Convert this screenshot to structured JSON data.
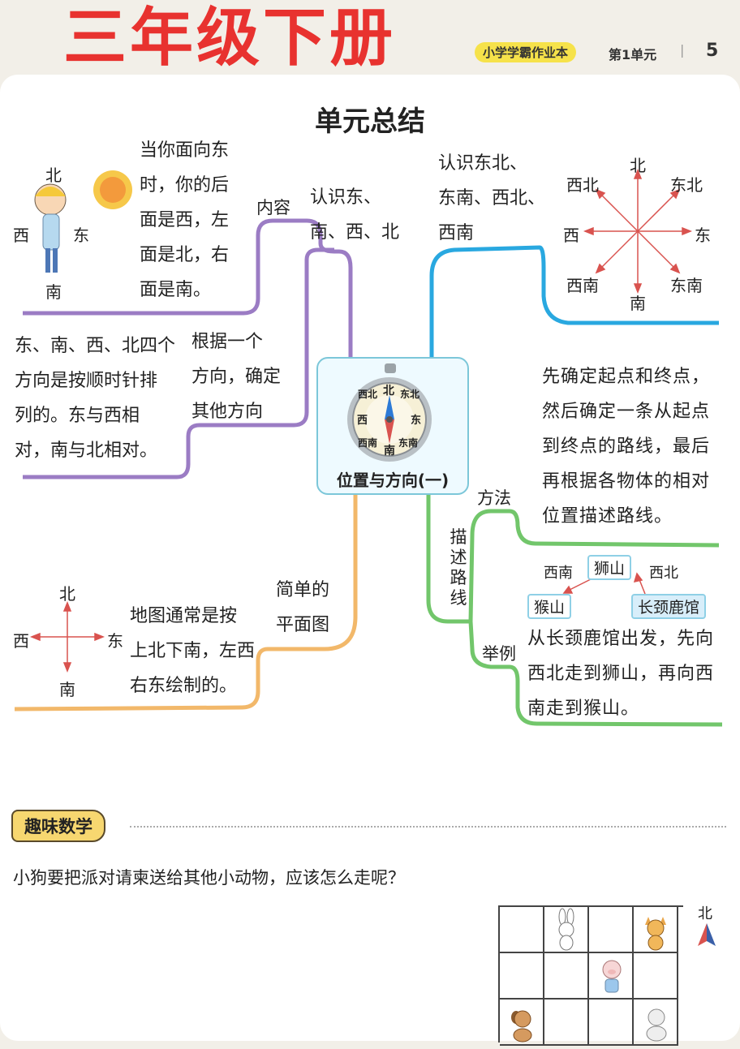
{
  "header": {
    "book_title": "三年级下册",
    "series_badge": "小学学霸作业本",
    "unit": "第1单元",
    "separator": "|",
    "page_number": "5"
  },
  "summary": {
    "title": "单元总结",
    "center_label": "位置与方向(一)",
    "compass_letters": {
      "n": "北",
      "ne": "东北",
      "e": "东",
      "se": "东南",
      "s": "南",
      "sw": "西南",
      "w": "西",
      "nw": "西北"
    }
  },
  "left_top": {
    "figure_dirs": {
      "n": "北",
      "w": "西",
      "e": "东",
      "s": "南"
    },
    "text": [
      "当你面向东",
      "时，你的后",
      "面是西，左",
      "面是北，右",
      "面是南。"
    ],
    "branch_label": "内容",
    "sub_label": [
      "认识东、",
      "南、西、北"
    ]
  },
  "left_mid": {
    "text": [
      "东、南、西、北四个",
      "方向是按顺时针排",
      "列的。东与西相",
      "对，南与北相对。"
    ],
    "sub_label": [
      "根据一个",
      "方向，确定",
      "其他方向"
    ]
  },
  "left_bottom": {
    "cross_dirs": {
      "n": "北",
      "w": "西",
      "e": "东",
      "s": "南"
    },
    "text": [
      "地图通常是按",
      "上北下南，左西",
      "右东绘制的。"
    ],
    "sub_label": [
      "简单的",
      "平面图"
    ]
  },
  "right_top": {
    "text": [
      "认识东北、",
      "东南、西北、",
      "西南"
    ],
    "compass_dirs": {
      "n": "北",
      "ne": "东北",
      "e": "东",
      "se": "东南",
      "s": "南",
      "sw": "西南",
      "w": "西",
      "nw": "西北"
    }
  },
  "right_bottom": {
    "branch_vertical": [
      "描",
      "述",
      "路",
      "线"
    ],
    "method_label": "方法",
    "method_text": [
      "先确定起点和终点，",
      "然后确定一条从起点",
      "到终点的路线，最后",
      "再根据各物体的相对",
      "位置描述路线。"
    ],
    "example_label": "举例",
    "example_places": {
      "lion": "狮山",
      "monkey": "猴山",
      "giraffe": "长颈鹿馆",
      "dir_sw": "西南",
      "dir_nw": "西北"
    },
    "example_text": [
      "从长颈鹿馆出发，先向",
      "西北走到狮山，再向西",
      "南走到猴山。"
    ]
  },
  "fun_math": {
    "label": "趣味数学",
    "question": "小狗要把派对请柬送给其他小动物，应该怎么走呢？",
    "north_label": "北"
  },
  "colors": {
    "purple": "#9b7cc4",
    "blue": "#29a8e0",
    "orange": "#f2b86a",
    "green": "#72c66b",
    "arrow_red": "#d9534f"
  }
}
